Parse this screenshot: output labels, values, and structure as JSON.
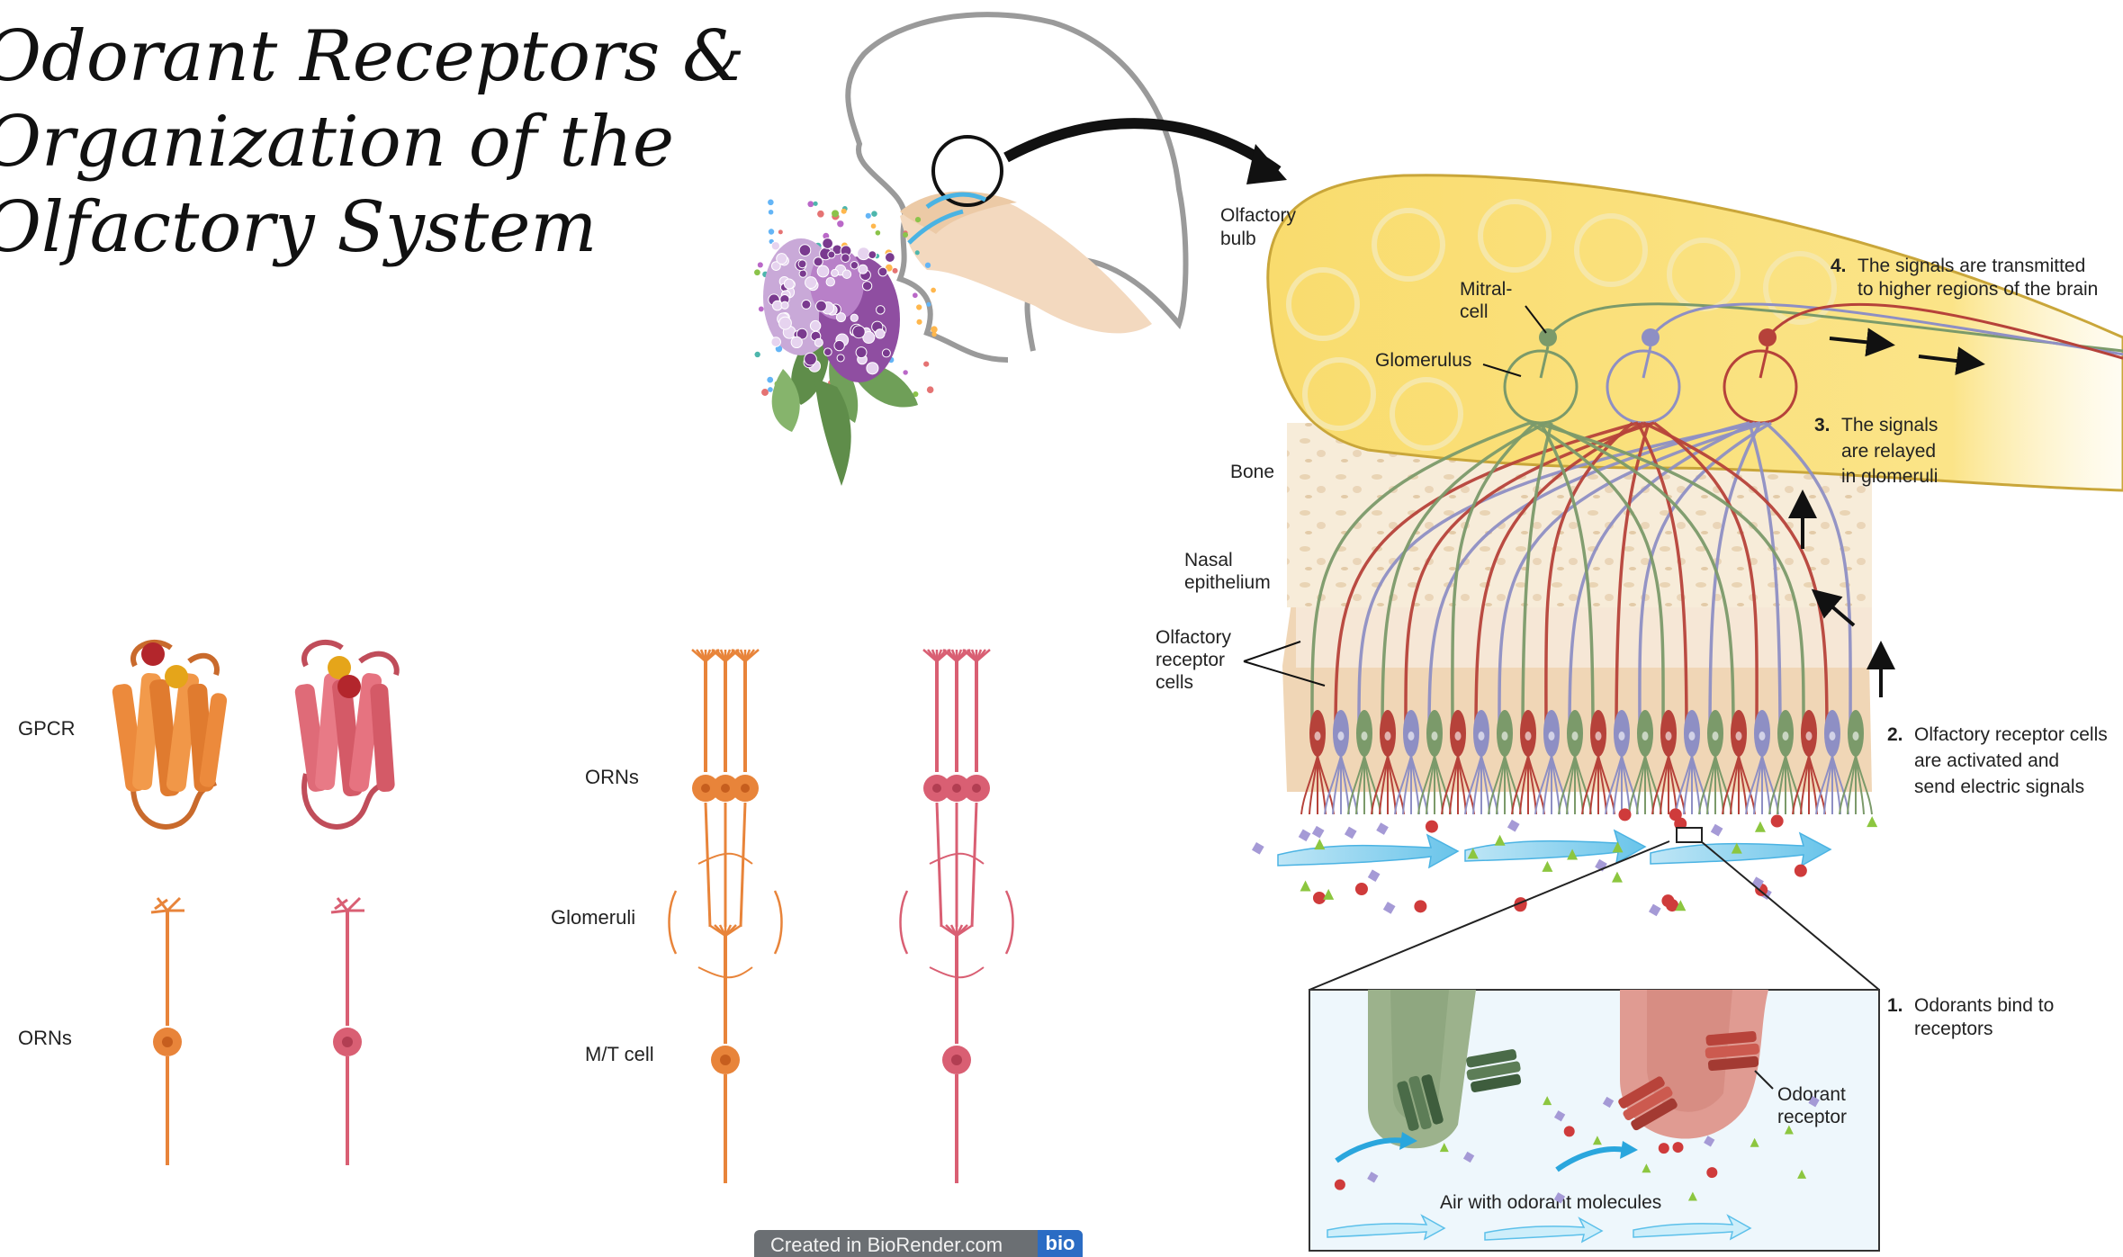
{
  "title_lines": [
    "Odorant Receptors &",
    "Organization of the",
    "Olfactory System"
  ],
  "left_panel": {
    "gpcr": "GPCR",
    "orns": "ORNs"
  },
  "middle_panel": {
    "orns": "ORNs",
    "glomeruli": "Glomeruli",
    "mt_cell": "M/T cell"
  },
  "credit": "Created in BioRender.com",
  "credit_badge": "bio",
  "right_panel": {
    "olfactory_bulb": [
      "Olfactory",
      "bulb"
    ],
    "mitral_cell": [
      "Mitral-",
      "cell"
    ],
    "glomerulus": "Glomerulus",
    "bone": "Bone",
    "nasal_epithelium": [
      "Nasal",
      "epithelium"
    ],
    "receptor_cells": [
      "Olfactory",
      "receptor",
      "cells"
    ],
    "step4_num": "4.",
    "step4": [
      "The signals are transmitted",
      "to higher regions of the brain"
    ],
    "step3_num": "3.",
    "step3": [
      "The signals",
      "are relayed",
      "in glomeruli"
    ],
    "step2_num": "2.",
    "step2": [
      "Olfactory receptor cells",
      "are activated and",
      "send electric signals"
    ],
    "step1_num": "1.",
    "step1": [
      "Odorants bind to",
      "receptors"
    ],
    "odorant_receptor": [
      "Odorant",
      "receptor"
    ],
    "air_label": "Air with odorant molecules"
  },
  "colors": {
    "orange": "#e8843a",
    "pink": "#d95f73",
    "green": "#7b9a6a",
    "purple": "#8e8fc4",
    "red": "#b6423a",
    "bulb": "#fbe07a",
    "tissue": "#f0d6b6"
  }
}
